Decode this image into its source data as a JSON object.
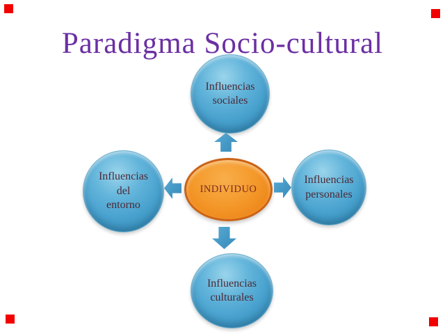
{
  "slide": {
    "title": "Paradigma Socio-cultural",
    "title_color": "#6B2FA3",
    "background_color": "#FFFFFF"
  },
  "diagram": {
    "center_node": {
      "label": "INDIVIDUO",
      "fill_color": "#F08A1E",
      "border_color": "#CB6316",
      "text_color": "#7B2B20"
    },
    "node_fill_color": "#4AA3CF",
    "node_text_color": "#4D2834",
    "arrow_color": "#4498C5",
    "nodes": [
      {
        "position": "top",
        "lines": [
          "Influencias",
          "sociales"
        ]
      },
      {
        "position": "right",
        "lines": [
          "Influencias",
          "personales"
        ]
      },
      {
        "position": "bottom",
        "lines": [
          "Influencias",
          "culturales"
        ]
      },
      {
        "position": "left",
        "lines": [
          "Influencias",
          "del",
          "entorno"
        ]
      }
    ],
    "arrows": [
      {
        "direction": "up"
      },
      {
        "direction": "right"
      },
      {
        "direction": "down"
      },
      {
        "direction": "left"
      }
    ]
  },
  "corner_markers": {
    "color": "#F20000",
    "count": 4
  }
}
